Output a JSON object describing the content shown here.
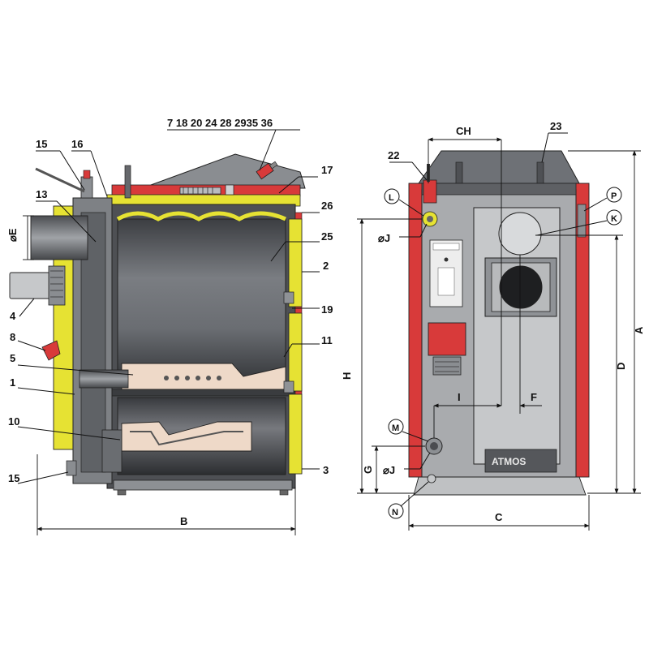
{
  "colors": {
    "red": "#d83a3a",
    "yellow": "#e6e233",
    "dark_gray": "#5e6064",
    "mid_gray": "#8c8f93",
    "light_gray": "#c6c8ca",
    "panel_gray": "#a9abae",
    "refractory": "#eed9c8",
    "line": "#111111"
  },
  "section_view": {
    "top_label": "7 18 20 24 28 2935 36",
    "parts": {
      "p1": "1",
      "p2": "2",
      "p3": "3",
      "p4": "4",
      "p5": "5",
      "p8": "8",
      "p10": "10",
      "p11": "11",
      "p13": "13",
      "p15a": "15",
      "p15b": "15",
      "p16": "16",
      "p17": "17",
      "p19": "19",
      "p25": "25",
      "p26": "26"
    },
    "dim_e": "⌀E",
    "dim_b": "B"
  },
  "rear_view": {
    "parts": {
      "p22": "22",
      "p23": "23",
      "L": "L",
      "P": "P",
      "K": "K",
      "M": "M",
      "N": "N"
    },
    "dims": {
      "ch": "CH",
      "j_top": "⌀J",
      "j_bottom": "⌀J",
      "h": "H",
      "a": "A",
      "d": "D",
      "i": "I",
      "f": "F",
      "g": "G",
      "c": "C"
    },
    "brand": "ATMOS"
  }
}
